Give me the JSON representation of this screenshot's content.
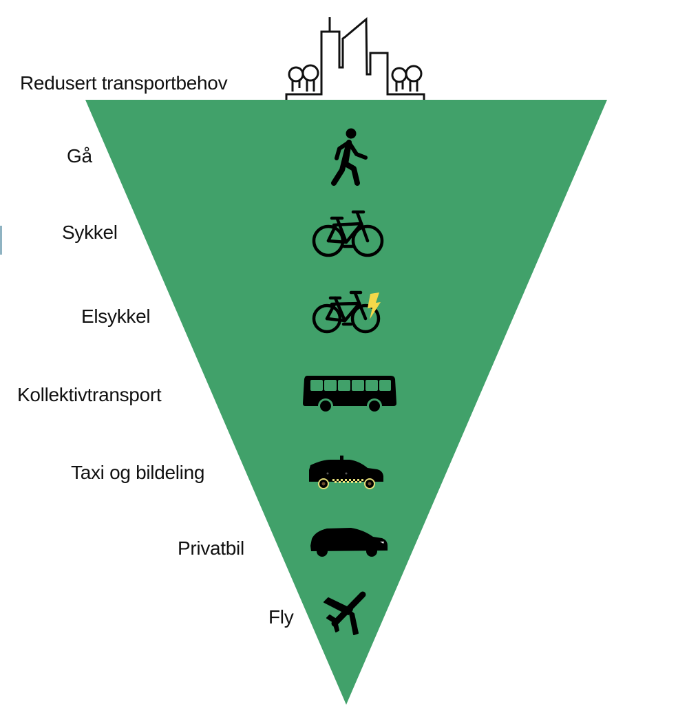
{
  "diagram": {
    "title": "Transport hierarchy (inverted triangle)",
    "colors": {
      "triangle_fill": "#41A16A",
      "icon_color": "#000000",
      "lightning_color": "#F5D84A",
      "taxi_accent": "#E8E07A",
      "skyline_stroke": "#111111",
      "text": "#111111",
      "background": "#FFFFFF"
    },
    "top": {
      "label": "Redusert transportbehov",
      "icon": "city-skyline-with-trees-icon"
    },
    "levels": [
      {
        "label": "Gå",
        "icon": "pedestrian-icon"
      },
      {
        "label": "Sykkel",
        "icon": "bicycle-icon"
      },
      {
        "label": "Elsykkel",
        "icon": "electric-bicycle-icon"
      },
      {
        "label": "Kollektivtransport",
        "icon": "bus-icon"
      },
      {
        "label": "Taxi og bildeling",
        "icon": "taxi-icon"
      },
      {
        "label": "Privatbil",
        "icon": "car-icon"
      },
      {
        "label": "Fly",
        "icon": "airplane-icon"
      }
    ]
  }
}
